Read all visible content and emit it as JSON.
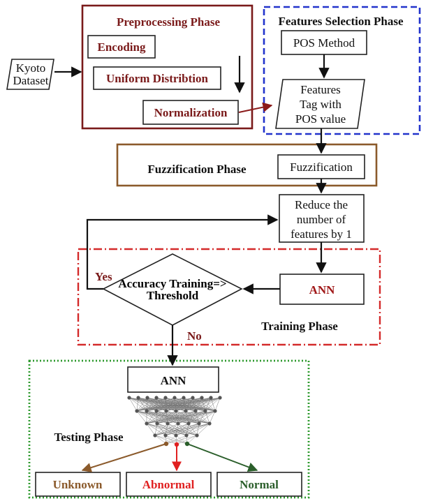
{
  "colors": {
    "preprocessing": "#7a1a1a",
    "features_selection": "#2233cc",
    "fuzzification": "#8b5a2b",
    "training": "#d42a2a",
    "testing": "#2e9a2e",
    "unknown": "#8b5a2b",
    "abnormal": "#e02020",
    "normal": "#2a5e2a"
  },
  "input": {
    "line1": "Kyoto",
    "line2": "Dataset"
  },
  "preprocessing": {
    "title": "Preprocessing Phase",
    "encoding": "Encoding",
    "uniform": "Uniform Distribtion",
    "normalization": "Normalization"
  },
  "features_selection": {
    "title": "Features Selection Phase",
    "pos_method": "POS Method",
    "tag_line1": "Features",
    "tag_line2": "Tag with",
    "tag_line3": "POS value"
  },
  "fuzzification": {
    "title": "Fuzzification Phase",
    "box": "Fuzzification"
  },
  "reduce": {
    "line1": "Reduce the",
    "line2": "number of",
    "line3": "features by 1"
  },
  "training": {
    "title": "Training Phase",
    "ann": "ANN",
    "decision_line1": "Accuracy Training=>",
    "decision_line2": "Threshold",
    "yes": "Yes",
    "no": "No"
  },
  "testing": {
    "title": "Testing Phase",
    "ann": "ANN",
    "unknown": "Unknown",
    "abnormal": "Abnormal",
    "normal": "Normal"
  }
}
